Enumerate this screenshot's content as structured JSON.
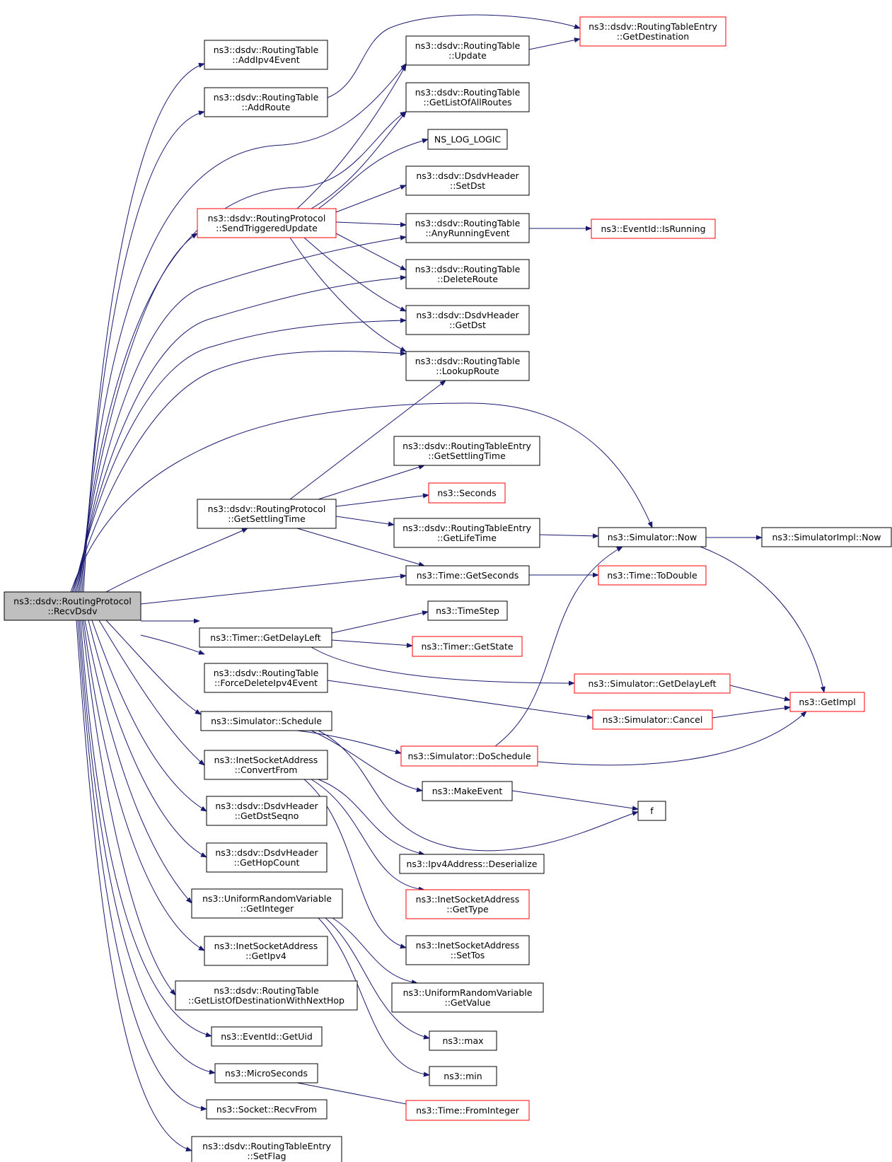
{
  "colors": {
    "edge": "#191970",
    "black_border": "#000000",
    "red_border": "#ff0000",
    "root_fill": "#bfbfbf",
    "node_fill": "#ffffff"
  },
  "nodes": {
    "recvdsdv": {
      "lines": [
        "ns3::dsdv::RoutingProtocol",
        "::RecvDsdv"
      ],
      "style": "root"
    },
    "addipv4event": {
      "lines": [
        "ns3::dsdv::RoutingTable",
        "::AddIpv4Event"
      ],
      "style": "black"
    },
    "addroute": {
      "lines": [
        "ns3::dsdv::RoutingTable",
        "::AddRoute"
      ],
      "style": "black"
    },
    "update": {
      "lines": [
        "ns3::dsdv::RoutingTable",
        "::Update"
      ],
      "style": "black"
    },
    "getdestination": {
      "lines": [
        "ns3::dsdv::RoutingTableEntry",
        "::GetDestination"
      ],
      "style": "red"
    },
    "getlistofallroutes": {
      "lines": [
        "ns3::dsdv::RoutingTable",
        "::GetListOfAllRoutes"
      ],
      "style": "black"
    },
    "ns_log_logic": {
      "lines": [
        "NS_LOG_LOGIC"
      ],
      "style": "black"
    },
    "setdst": {
      "lines": [
        "ns3::dsdv::DsdvHeader",
        "::SetDst"
      ],
      "style": "black"
    },
    "sendtriggeredupdate": {
      "lines": [
        "ns3::dsdv::RoutingProtocol",
        "::SendTriggeredUpdate"
      ],
      "style": "red"
    },
    "anyrunningevent": {
      "lines": [
        "ns3::dsdv::RoutingTable",
        "::AnyRunningEvent"
      ],
      "style": "black"
    },
    "isrunning": {
      "lines": [
        "ns3::EventId::IsRunning"
      ],
      "style": "red"
    },
    "deleteroute": {
      "lines": [
        "ns3::dsdv::RoutingTable",
        "::DeleteRoute"
      ],
      "style": "black"
    },
    "getdst": {
      "lines": [
        "ns3::dsdv::DsdvHeader",
        "::GetDst"
      ],
      "style": "black"
    },
    "lookuproute": {
      "lines": [
        "ns3::dsdv::RoutingTable",
        "::LookupRoute"
      ],
      "style": "black"
    },
    "entry_getsettlingtime": {
      "lines": [
        "ns3::dsdv::RoutingTableEntry",
        "::GetSettlingTime"
      ],
      "style": "black"
    },
    "seconds": {
      "lines": [
        "ns3::Seconds"
      ],
      "style": "red"
    },
    "proto_getsettlingtime": {
      "lines": [
        "ns3::dsdv::RoutingProtocol",
        "::GetSettlingTime"
      ],
      "style": "black"
    },
    "getlifetime": {
      "lines": [
        "ns3::dsdv::RoutingTableEntry",
        "::GetLifeTime"
      ],
      "style": "black"
    },
    "simulator_now": {
      "lines": [
        "ns3::Simulator::Now"
      ],
      "style": "black"
    },
    "simulatorimpl_now": {
      "lines": [
        "ns3::SimulatorImpl::Now"
      ],
      "style": "black"
    },
    "time_getseconds": {
      "lines": [
        "ns3::Time::GetSeconds"
      ],
      "style": "black"
    },
    "todouble": {
      "lines": [
        "ns3::Time::ToDouble"
      ],
      "style": "red"
    },
    "timestep": {
      "lines": [
        "ns3::TimeStep"
      ],
      "style": "black"
    },
    "timer_getdelayleft": {
      "lines": [
        "ns3::Timer::GetDelayLeft"
      ],
      "style": "black"
    },
    "timer_getstate": {
      "lines": [
        "ns3::Timer::GetState"
      ],
      "style": "red"
    },
    "forcedeleteipv4event": {
      "lines": [
        "ns3::dsdv::RoutingTable",
        "::ForceDeleteIpv4Event"
      ],
      "style": "black"
    },
    "simulator_getdelayleft": {
      "lines": [
        "ns3::Simulator::GetDelayLeft"
      ],
      "style": "red"
    },
    "getimpl": {
      "lines": [
        "ns3::GetImpl"
      ],
      "style": "red"
    },
    "simulator_schedule": {
      "lines": [
        "ns3::Simulator::Schedule"
      ],
      "style": "black"
    },
    "simulator_cancel": {
      "lines": [
        "ns3::Simulator::Cancel"
      ],
      "style": "red"
    },
    "doschedule": {
      "lines": [
        "ns3::Simulator::DoSchedule"
      ],
      "style": "red"
    },
    "convertfrom": {
      "lines": [
        "ns3::InetSocketAddress",
        "::ConvertFrom"
      ],
      "style": "black"
    },
    "makeevent": {
      "lines": [
        "ns3::MakeEvent"
      ],
      "style": "black"
    },
    "f": {
      "lines": [
        "f"
      ],
      "style": "black"
    },
    "getdstseqno": {
      "lines": [
        "ns3::dsdv::DsdvHeader",
        "::GetDstSeqno"
      ],
      "style": "black"
    },
    "deserialize": {
      "lines": [
        "ns3::Ipv4Address::Deserialize"
      ],
      "style": "black"
    },
    "gethopcount": {
      "lines": [
        "ns3::dsdv::DsdvHeader",
        "::GetHopCount"
      ],
      "style": "black"
    },
    "gettype": {
      "lines": [
        "ns3::InetSocketAddress",
        "::GetType"
      ],
      "style": "red"
    },
    "getinteger": {
      "lines": [
        "ns3::UniformRandomVariable",
        "::GetInteger"
      ],
      "style": "black"
    },
    "settos": {
      "lines": [
        "ns3::InetSocketAddress",
        "::SetTos"
      ],
      "style": "black"
    },
    "getipv4": {
      "lines": [
        "ns3::InetSocketAddress",
        "::GetIpv4"
      ],
      "style": "black"
    },
    "getvalue": {
      "lines": [
        "ns3::UniformRandomVariable",
        "::GetValue"
      ],
      "style": "black"
    },
    "getlistofdestinationwithnexthop": {
      "lines": [
        "ns3::dsdv::RoutingTable",
        "::GetListOfDestinationWithNextHop"
      ],
      "style": "black"
    },
    "max": {
      "lines": [
        "ns3::max"
      ],
      "style": "black"
    },
    "getuid": {
      "lines": [
        "ns3::EventId::GetUid"
      ],
      "style": "black"
    },
    "min": {
      "lines": [
        "ns3::min"
      ],
      "style": "black"
    },
    "microseconds": {
      "lines": [
        "ns3::MicroSeconds"
      ],
      "style": "black"
    },
    "frominteger": {
      "lines": [
        "ns3::Time::FromInteger"
      ],
      "style": "red"
    },
    "recvfrom": {
      "lines": [
        "ns3::Socket::RecvFrom"
      ],
      "style": "black"
    },
    "setflag": {
      "lines": [
        "ns3::dsdv::RoutingTableEntry",
        "::SetFlag"
      ],
      "style": "black"
    }
  },
  "edges": [
    [
      "recvdsdv",
      "addipv4event"
    ],
    [
      "recvdsdv",
      "addroute"
    ],
    [
      "recvdsdv",
      "update"
    ],
    [
      "recvdsdv",
      "getlistofallroutes"
    ],
    [
      "recvdsdv",
      "sendtriggeredupdate"
    ],
    [
      "recvdsdv",
      "anyrunningevent"
    ],
    [
      "recvdsdv",
      "deleteroute"
    ],
    [
      "recvdsdv",
      "getdst"
    ],
    [
      "recvdsdv",
      "lookuproute"
    ],
    [
      "recvdsdv",
      "simulator_now"
    ],
    [
      "recvdsdv",
      "proto_getsettlingtime"
    ],
    [
      "recvdsdv",
      "time_getseconds"
    ],
    [
      "recvdsdv",
      "timer_getdelayleft"
    ],
    [
      "recvdsdv",
      "forcedeleteipv4event"
    ],
    [
      "recvdsdv",
      "simulator_schedule"
    ],
    [
      "recvdsdv",
      "convertfrom"
    ],
    [
      "recvdsdv",
      "getdstseqno"
    ],
    [
      "recvdsdv",
      "gethopcount"
    ],
    [
      "recvdsdv",
      "getinteger"
    ],
    [
      "recvdsdv",
      "getipv4"
    ],
    [
      "recvdsdv",
      "getlistofdestinationwithnexthop"
    ],
    [
      "recvdsdv",
      "getuid"
    ],
    [
      "recvdsdv",
      "microseconds"
    ],
    [
      "recvdsdv",
      "recvfrom"
    ],
    [
      "recvdsdv",
      "setflag"
    ],
    [
      "addroute",
      "getdestination"
    ],
    [
      "update",
      "getdestination"
    ],
    [
      "sendtriggeredupdate",
      "update"
    ],
    [
      "sendtriggeredupdate",
      "getlistofallroutes"
    ],
    [
      "sendtriggeredupdate",
      "ns_log_logic"
    ],
    [
      "sendtriggeredupdate",
      "setdst"
    ],
    [
      "sendtriggeredupdate",
      "anyrunningevent"
    ],
    [
      "sendtriggeredupdate",
      "deleteroute"
    ],
    [
      "sendtriggeredupdate",
      "getdst"
    ],
    [
      "sendtriggeredupdate",
      "lookuproute"
    ],
    [
      "anyrunningevent",
      "isrunning"
    ],
    [
      "proto_getsettlingtime",
      "lookuproute"
    ],
    [
      "proto_getsettlingtime",
      "entry_getsettlingtime"
    ],
    [
      "proto_getsettlingtime",
      "seconds"
    ],
    [
      "proto_getsettlingtime",
      "getlifetime"
    ],
    [
      "proto_getsettlingtime",
      "time_getseconds"
    ],
    [
      "getlifetime",
      "simulator_now"
    ],
    [
      "simulator_now",
      "simulatorimpl_now"
    ],
    [
      "simulator_now",
      "getimpl"
    ],
    [
      "time_getseconds",
      "todouble"
    ],
    [
      "timer_getdelayleft",
      "timestep"
    ],
    [
      "timer_getdelayleft",
      "timer_getstate"
    ],
    [
      "timer_getdelayleft",
      "simulator_getdelayleft"
    ],
    [
      "simulator_getdelayleft",
      "getimpl"
    ],
    [
      "forcedeleteipv4event",
      "simulator_cancel"
    ],
    [
      "simulator_cancel",
      "getimpl"
    ],
    [
      "simulator_schedule",
      "doschedule"
    ],
    [
      "simulator_schedule",
      "makeevent"
    ],
    [
      "simulator_schedule",
      "f"
    ],
    [
      "doschedule",
      "getimpl"
    ],
    [
      "doschedule",
      "simulator_now"
    ],
    [
      "makeevent",
      "f"
    ],
    [
      "convertfrom",
      "deserialize"
    ],
    [
      "convertfrom",
      "gettype"
    ],
    [
      "convertfrom",
      "settos"
    ],
    [
      "getinteger",
      "getvalue"
    ],
    [
      "getinteger",
      "max"
    ],
    [
      "getinteger",
      "min"
    ],
    [
      "microseconds",
      "frominteger"
    ]
  ]
}
